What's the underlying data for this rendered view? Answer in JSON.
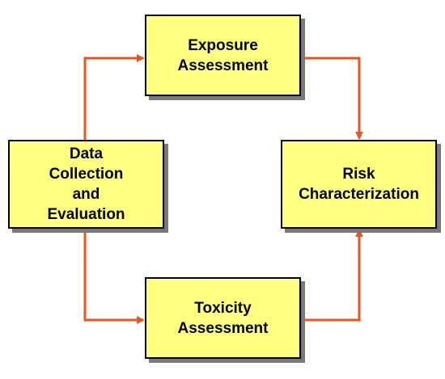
{
  "diagram": {
    "nodes": {
      "data_collection": {
        "label": "Data\nCollection\nand\nEvaluation"
      },
      "exposure": {
        "label": "Exposure\nAssessment"
      },
      "toxicity": {
        "label": "Toxicity\nAssessment"
      },
      "risk": {
        "label": "Risk\nCharacterization"
      }
    },
    "edges": [
      {
        "from": "data_collection",
        "to": "exposure"
      },
      {
        "from": "data_collection",
        "to": "toxicity"
      },
      {
        "from": "exposure",
        "to": "risk"
      },
      {
        "from": "toxicity",
        "to": "risk"
      }
    ],
    "colors": {
      "box_fill": "#ffff80",
      "box_border": "#000000",
      "box_shadow": "#7a7a7a",
      "arrow": "#e8551e"
    }
  }
}
